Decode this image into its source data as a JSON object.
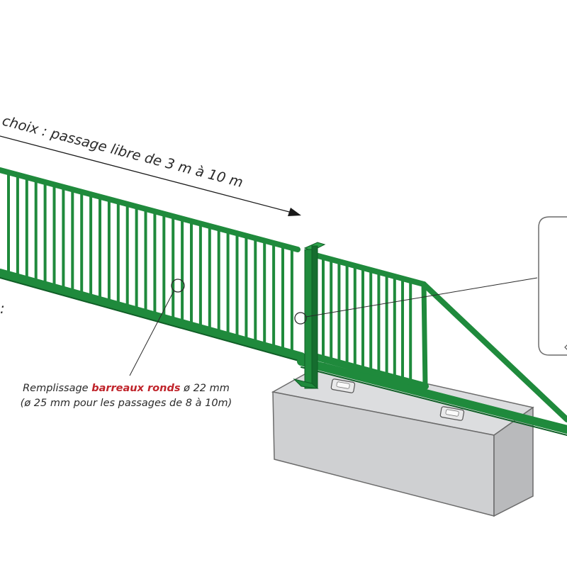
{
  "labels": {
    "passage": "choix : passage libre de 3 m à 10 m",
    "colon": ":",
    "fill_prefix": "Remplissage ",
    "fill_highlight": "barreaux ronds",
    "fill_suffix": " ø 22 mm",
    "fill_note": "(ø 25 mm pour les passages de 8 à 10m)"
  },
  "colors": {
    "gate_green": "#1f8a3c",
    "gate_dark": "#0f5e26",
    "highlight_red": "#c0242b",
    "concrete": "#cfd0d2",
    "concrete_side": "#b9babc",
    "concrete_top": "#dcdddf"
  }
}
